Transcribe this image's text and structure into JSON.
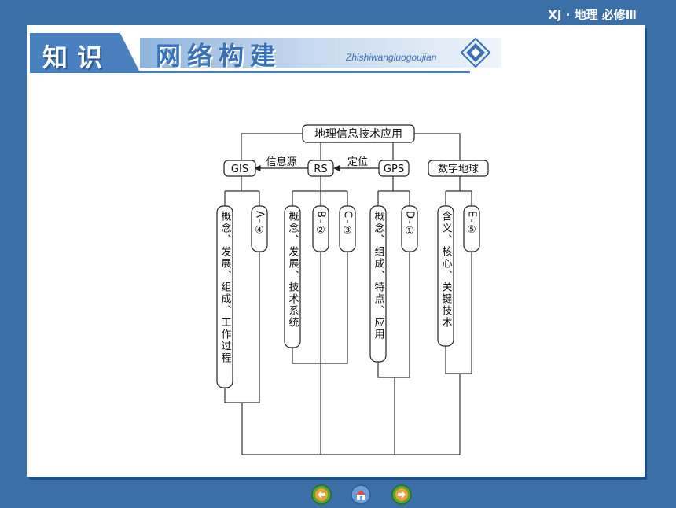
{
  "header": {
    "course": "XJ · 地理  必修Ⅲ"
  },
  "banner": {
    "chip": "知识",
    "main": "网络构建",
    "pinyin": "Zhishiwangluogoujian"
  },
  "diagram": {
    "root": "地理信息技术应用",
    "nodes": {
      "gis": "GIS",
      "rs": "RS",
      "gps": "GPS",
      "digital_earth": "数字地球"
    },
    "edges": {
      "info_source": "信息源",
      "positioning": "定位"
    },
    "cards": {
      "gis_concept": "概念、发展、组成、工作过程",
      "gis_a": "A-④",
      "rs_concept": "概念、发展、技术系统",
      "rs_b": "B-②",
      "rs_c": "C-③",
      "gps_concept": "概念、组成、特点、应用",
      "gps_d": "D-①",
      "de_concept": "含义、核心、关键技术",
      "de_e": "E-⑤"
    }
  },
  "nav": {
    "prev": "prev-button",
    "home": "home-button",
    "next": "next-button"
  }
}
